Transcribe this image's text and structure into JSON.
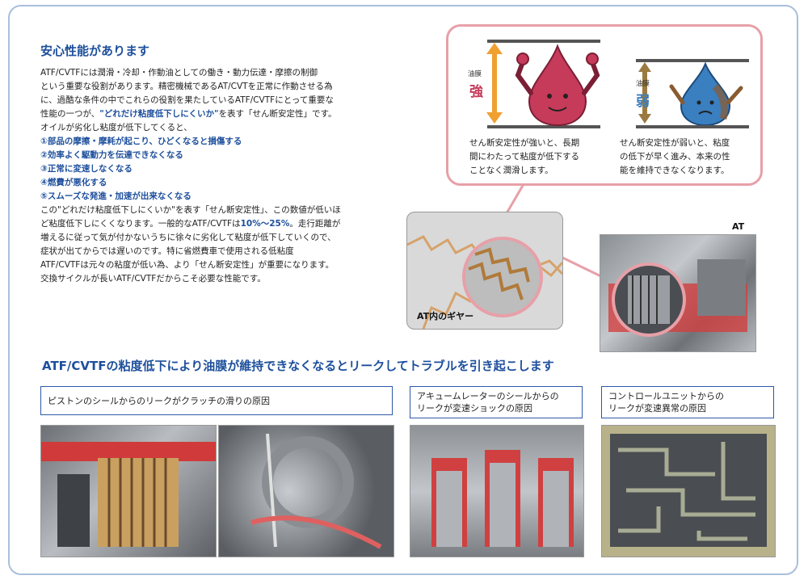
{
  "section1": {
    "title": "安心性能があります",
    "lines": [
      "ATF/CVTFには潤滑・冷却・作動油としての働き・動力伝達・摩擦の制御",
      "という重要な役割があります。精密機械であるAT/CVTを正常に作動させる為",
      "に、過酷な条件の中でこれらの役割を果たしているATF/CVTFにとって重要な",
      "性能の一つが、",
      "オイルが劣化し粘度が低下してくると、"
    ],
    "line4_emphasis": "\"どれだけ粘度低下しにくいか\"",
    "line4_suffix": "を表す「せん断安定性」です。",
    "problems": [
      "①部品の摩擦・摩耗が起こり、ひどくなると損傷する",
      "②効率よく駆動力を伝達できなくなる",
      "③正常に変速しなくなる",
      "④燃費が悪化する",
      "⑤スムーズな発進・加速が出来なくなる"
    ],
    "lines2": [
      "この\"どれだけ粘度低下しにくいか\"を表す「せん断安定性」、この数値が低いほ",
      "ど粘度低下しにくくなります。一般的なATF/CVTFは",
      "増えるに従って気が付かないうちに徐々に劣化して粘度が低下していくので、",
      "症状が出てからでは遅いのです。特に省燃費車で使用される低粘度",
      "ATF/CVTFは元々の粘度が低い為、より「せん断安定性」が重要になります。",
      "交換サイクルが長いATF/CVTFだからこそ必要な性能です。"
    ],
    "percent": "10%〜25%",
    "percent_suffix": "。走行距離が"
  },
  "callout": {
    "strong": {
      "film": "油膜",
      "level": "強",
      "caption": [
        "せん断安定性が強いと、長期",
        "間にわたって粘度が低下する",
        "ことなく潤滑します。"
      ]
    },
    "weak": {
      "film": "油膜",
      "level": "弱",
      "caption": [
        "せん断安定性が弱いと、粘度",
        "の低下が早く進み、本来の性",
        "能を維持できなくなります。"
      ]
    }
  },
  "gear_label": "AT内のギヤー",
  "at_label": "AT",
  "section2": {
    "title": "ATF/CVTFの粘度低下により油膜が維持できなくなるとリークしてトラブルを引き起こします",
    "box1": "ピストンのシールからのリークがクラッチの滑りの原因",
    "box2": [
      "アキュームレーターのシールからの",
      "リークが変速ショックの原因"
    ],
    "box3": [
      "コントロールユニットからの",
      "リークが変速異常の原因"
    ]
  },
  "colors": {
    "accent_blue": "#1d4f9c",
    "callout_pink": "#e7a0a8",
    "drop_red": "#c63a5a",
    "drop_blue": "#3a7fc0",
    "arrow_orange": "#f0a030"
  }
}
